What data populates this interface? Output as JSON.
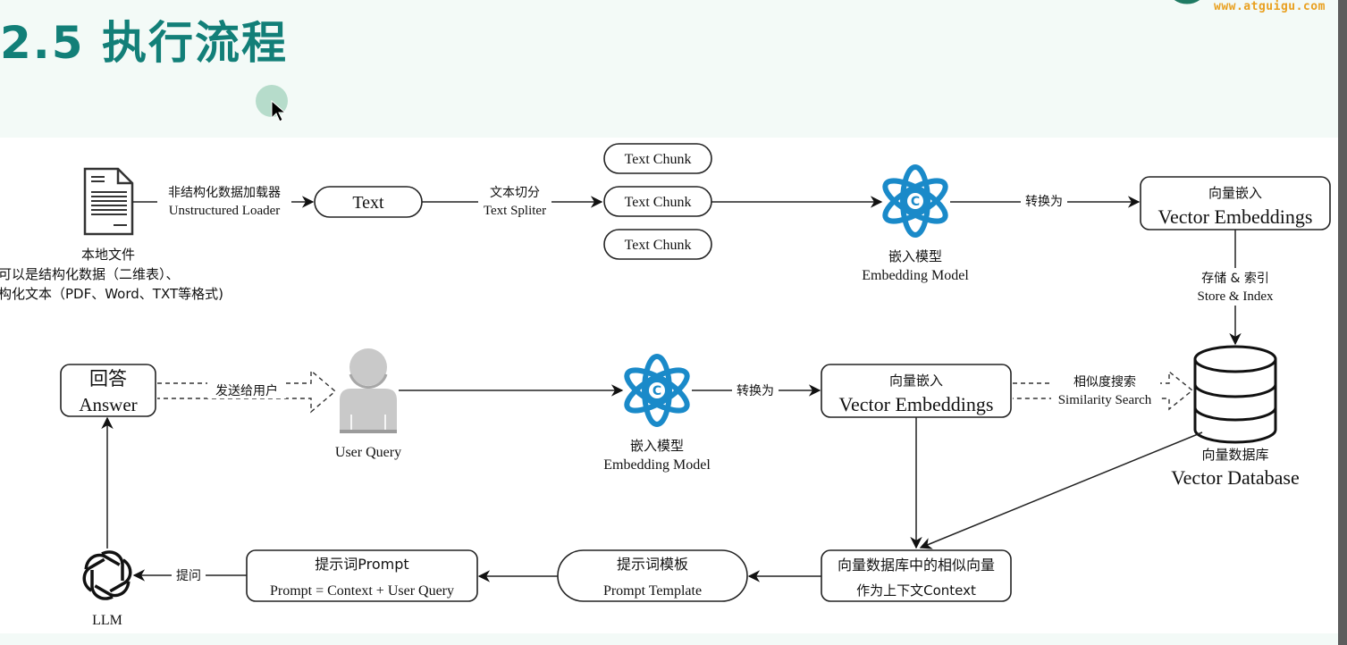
{
  "slide": {
    "title": "2.5 执行流程",
    "logo_url": "www.atguigu.com"
  },
  "colors": {
    "title": "#127f78",
    "logo_text": "#e9a020",
    "logo_ring": "#1f7a63",
    "embedding_icon": "#1a8ac9",
    "user_icon": "#c9c9c9",
    "header_bg": "#f3faf7"
  },
  "diagram": {
    "local_file": {
      "icon": "document-icon",
      "title": "本地文件",
      "desc_line1": "可以是结构化数据（二维表）、",
      "desc_line2": "构化文本（PDF、Word、TXT等格式)"
    },
    "edge_loader": {
      "cn": "非结构化数据加载器",
      "en": "Unstructured Loader"
    },
    "text_node": "Text",
    "edge_splitter": {
      "cn": "文本切分",
      "en": "Text Spliter"
    },
    "chunks": [
      "Text Chunk",
      "Text Chunk",
      "Text Chunk"
    ],
    "embedding_model_top": {
      "icon": "atom-icon",
      "cn": "嵌入模型",
      "en": "Embedding Model"
    },
    "edge_convert_top": "转换为",
    "vector_embeddings_top": {
      "cn": "向量嵌入",
      "en": "Vector Embeddings"
    },
    "edge_store": {
      "cn": "存储 & 索引",
      "en": "Store & Index"
    },
    "vector_db": {
      "icon": "database-icon",
      "cn": "向量数据库",
      "en": "Vector Database"
    },
    "answer": {
      "cn": "回答",
      "en": "Answer"
    },
    "edge_send_user": "发送给用户",
    "user_query": {
      "icon": "user-icon",
      "en": "User Query"
    },
    "embedding_model_bottom": {
      "icon": "atom-icon",
      "cn": "嵌入模型",
      "en": "Embedding Model"
    },
    "edge_convert_bottom": "转换为",
    "vector_embeddings_bottom": {
      "cn": "向量嵌入",
      "en": "Vector Embeddings"
    },
    "edge_similarity": {
      "cn": "相似度搜索",
      "en": "Similarity Search"
    },
    "context_node": {
      "line1": "向量数据库中的相似向量",
      "line2": "作为上下文Context"
    },
    "prompt_template": {
      "cn": "提示词模板",
      "en": "Prompt Template"
    },
    "prompt_node": {
      "line1": "提示词Prompt",
      "line2": "Prompt = Context + User Query"
    },
    "edge_ask": "提问",
    "llm": {
      "icon": "openai-llm-icon",
      "en": "LLM"
    }
  }
}
